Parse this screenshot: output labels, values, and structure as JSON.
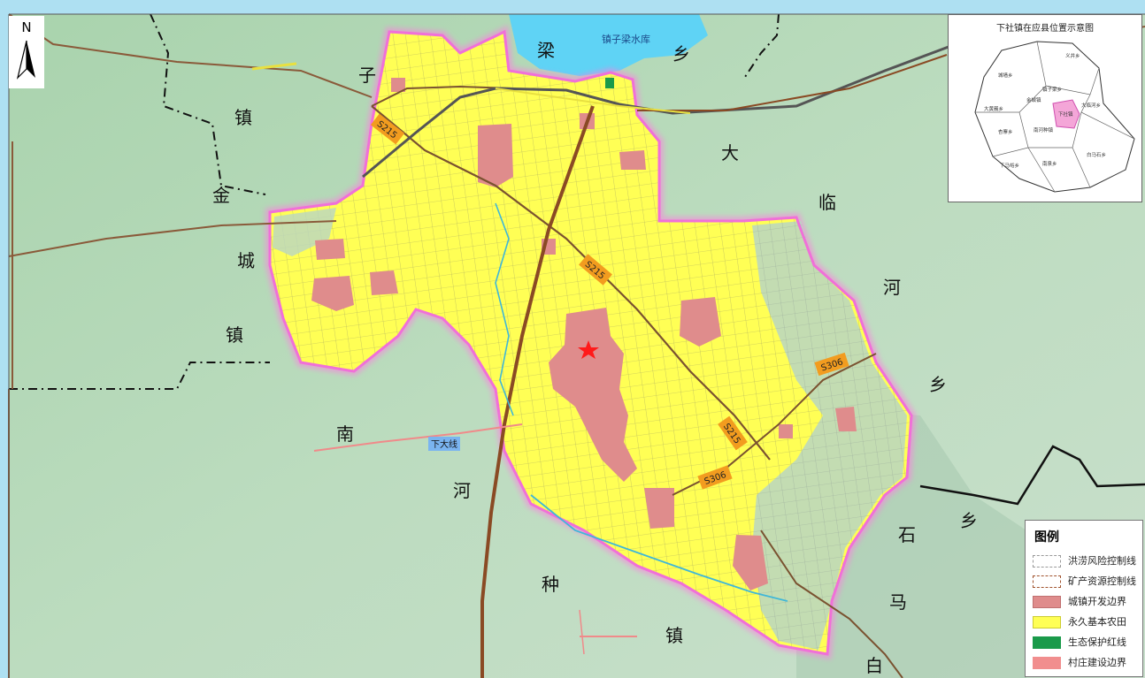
{
  "map": {
    "roads": {
      "s215_a": "S215",
      "s215_b": "S215",
      "s215_c": "S215",
      "s306_a": "S306",
      "s306_b": "S306",
      "county_road": "下大线"
    },
    "water": {
      "reservoir": "镇子梁水库"
    },
    "place_labels": [
      {
        "key": "zi",
        "text": "子"
      },
      {
        "key": "liang",
        "text": "梁"
      },
      {
        "key": "xiang1",
        "text": "乡"
      },
      {
        "key": "zhen1",
        "text": "镇"
      },
      {
        "key": "jin",
        "text": "金"
      },
      {
        "key": "cheng",
        "text": "城"
      },
      {
        "key": "zhen2",
        "text": "镇"
      },
      {
        "key": "da",
        "text": "大"
      },
      {
        "key": "lin",
        "text": "临"
      },
      {
        "key": "he1",
        "text": "河"
      },
      {
        "key": "xiang2",
        "text": "乡"
      },
      {
        "key": "nan",
        "text": "南"
      },
      {
        "key": "he2",
        "text": "河"
      },
      {
        "key": "zhong",
        "text": "种"
      },
      {
        "key": "zhen3",
        "text": "镇"
      },
      {
        "key": "shi",
        "text": "石"
      },
      {
        "key": "xiang3",
        "text": "乡"
      },
      {
        "key": "ma",
        "text": "马"
      },
      {
        "key": "bai",
        "text": "白"
      }
    ]
  },
  "compass": {
    "north_label": "N"
  },
  "inset": {
    "title": "下社镇在应县位置示意图",
    "labels": [
      "义井乡",
      "城墙乡",
      "镇子梁乡",
      "金城镇",
      "大临河乡",
      "下社镇",
      "大黄巍乡",
      "杏寨乡",
      "南河种镇",
      "白马石乡",
      "下马峪乡",
      "南泉乡"
    ]
  },
  "legend": {
    "title": "图例",
    "items": [
      {
        "label": "洪涝风险控制线",
        "color": "#ffffff"
      },
      {
        "label": "矿产资源控制线",
        "color": "#ffffff"
      },
      {
        "label": "城镇开发边界",
        "color": "#df8c8c"
      },
      {
        "label": "永久基本农田",
        "color": "#ffff55"
      },
      {
        "label": "生态保护红线",
        "color": "#1a9a4a"
      },
      {
        "label": "村庄建设边界",
        "color": "#f18e8e"
      }
    ]
  },
  "colors": {
    "background": "#aee0f2",
    "terrain": "#b8d8b8",
    "farmland": "#ffff55",
    "town": "#df8c8c",
    "boundary": "#ff7ce0",
    "water": "#5fd3f5",
    "shield": "#f29c1f"
  }
}
